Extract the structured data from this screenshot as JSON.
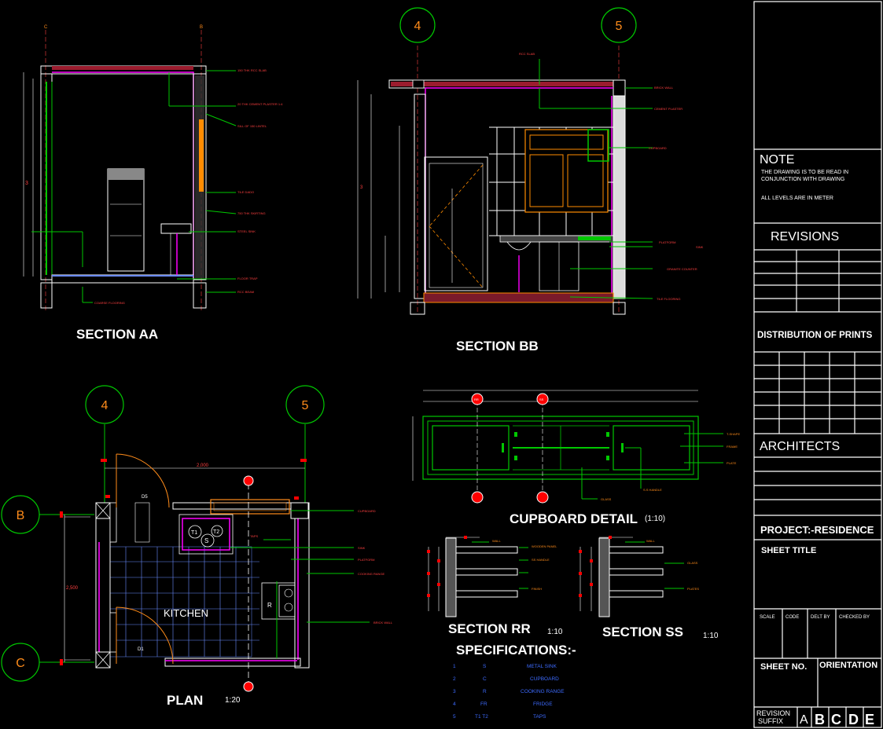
{
  "sections": {
    "aa": {
      "title": "SECTION AA",
      "grid_left": "C",
      "grid_right": "B",
      "labels": [
        "150 THK RCC SLAB",
        "20 THK CEMENT PLASTER 1:4",
        "SILL OF 150 LINTEL",
        "TILE DADO",
        "750 THK SKIRTING",
        "STEEL SINK",
        "FLOOR TRAP",
        "COARSE FLOORING",
        "RCC BEAM"
      ]
    },
    "bb": {
      "title": "SECTION BB",
      "grid_left": "4",
      "grid_right": "5",
      "labels": [
        "RCC SLAB",
        "BRICK WALL",
        "CEMENT PLASTER",
        "CUPBOARD",
        "PLATFORM",
        "SINK",
        "GRANITE COUNTER",
        "TILE FLOORING"
      ]
    }
  },
  "plan": {
    "title": "PLAN",
    "scale": "1:20",
    "room": "KITCHEN",
    "grid_top": [
      "4",
      "5"
    ],
    "grid_side": [
      "B",
      "C"
    ],
    "doors": [
      "D5",
      "D1"
    ],
    "taps": [
      "T1",
      "T2"
    ],
    "sink_mark": "S",
    "range_mark": "R",
    "labels": [
      "TAPS",
      "SINK",
      "PLATFORM",
      "CUPBOARD",
      "COOKING RANGE",
      "BRICK WALL"
    ]
  },
  "cupboard": {
    "title": "CUPBOARD DETAIL",
    "scale": "(1:10)",
    "markers": [
      "RR",
      "SS"
    ],
    "labels": [
      "T-SHAPE",
      "FRAME",
      "PLATE",
      "S.S HANDLE",
      "GLASS"
    ]
  },
  "section_rr": {
    "title": "SECTION RR",
    "scale": "1:10",
    "labels": [
      "WALL",
      "WOODEN PANEL",
      "SS HANDLE",
      "FINISH"
    ]
  },
  "section_ss": {
    "title": "SECTION SS",
    "scale": "1:10",
    "labels": [
      "WALL",
      "GLASS",
      "PLATES"
    ]
  },
  "specifications": {
    "title": "SPECIFICATIONS:-",
    "rows": [
      {
        "no": "1",
        "code": "S",
        "desc": "METAL SINK"
      },
      {
        "no": "2",
        "code": "C",
        "desc": "CUPBOARD"
      },
      {
        "no": "3",
        "code": "R",
        "desc": "COOKING RANGE"
      },
      {
        "no": "4",
        "code": "FR",
        "desc": "FRIDGE"
      },
      {
        "no": "5",
        "code": "T1 T2",
        "desc": "TAPS"
      }
    ]
  },
  "title_block": {
    "note_title": "NOTE",
    "note_lines": [
      "THE DRAWING IS TO BE READ IN",
      "CONJUNCTION WITH DRAWING",
      "ALL LEVELS ARE IN METER"
    ],
    "revisions": "REVISIONS",
    "distribution": "DISTRIBUTION OF PRINTS",
    "architects": "ARCHITECTS",
    "project": "PROJECT:-RESIDENCE",
    "sheet_title": "SHEET TITLE",
    "info_headers": [
      "SCALE",
      "CODE",
      "DELT BY",
      "CHECKED BY"
    ],
    "sheet_no": "SHEET NO.",
    "orientation": "ORIENTATION",
    "revision_suffix": [
      "REVISION",
      "SUFFIX"
    ],
    "suffix_letters": [
      "A",
      "B",
      "C",
      "D",
      "E"
    ]
  },
  "colors": {
    "wall": "#ff00ff",
    "grid": "#00c800",
    "dim": "#ffffff",
    "axis": "#ff8c1a",
    "label": "#ff4040",
    "accent": "#ff8c00",
    "spec": "#3d6bff"
  }
}
